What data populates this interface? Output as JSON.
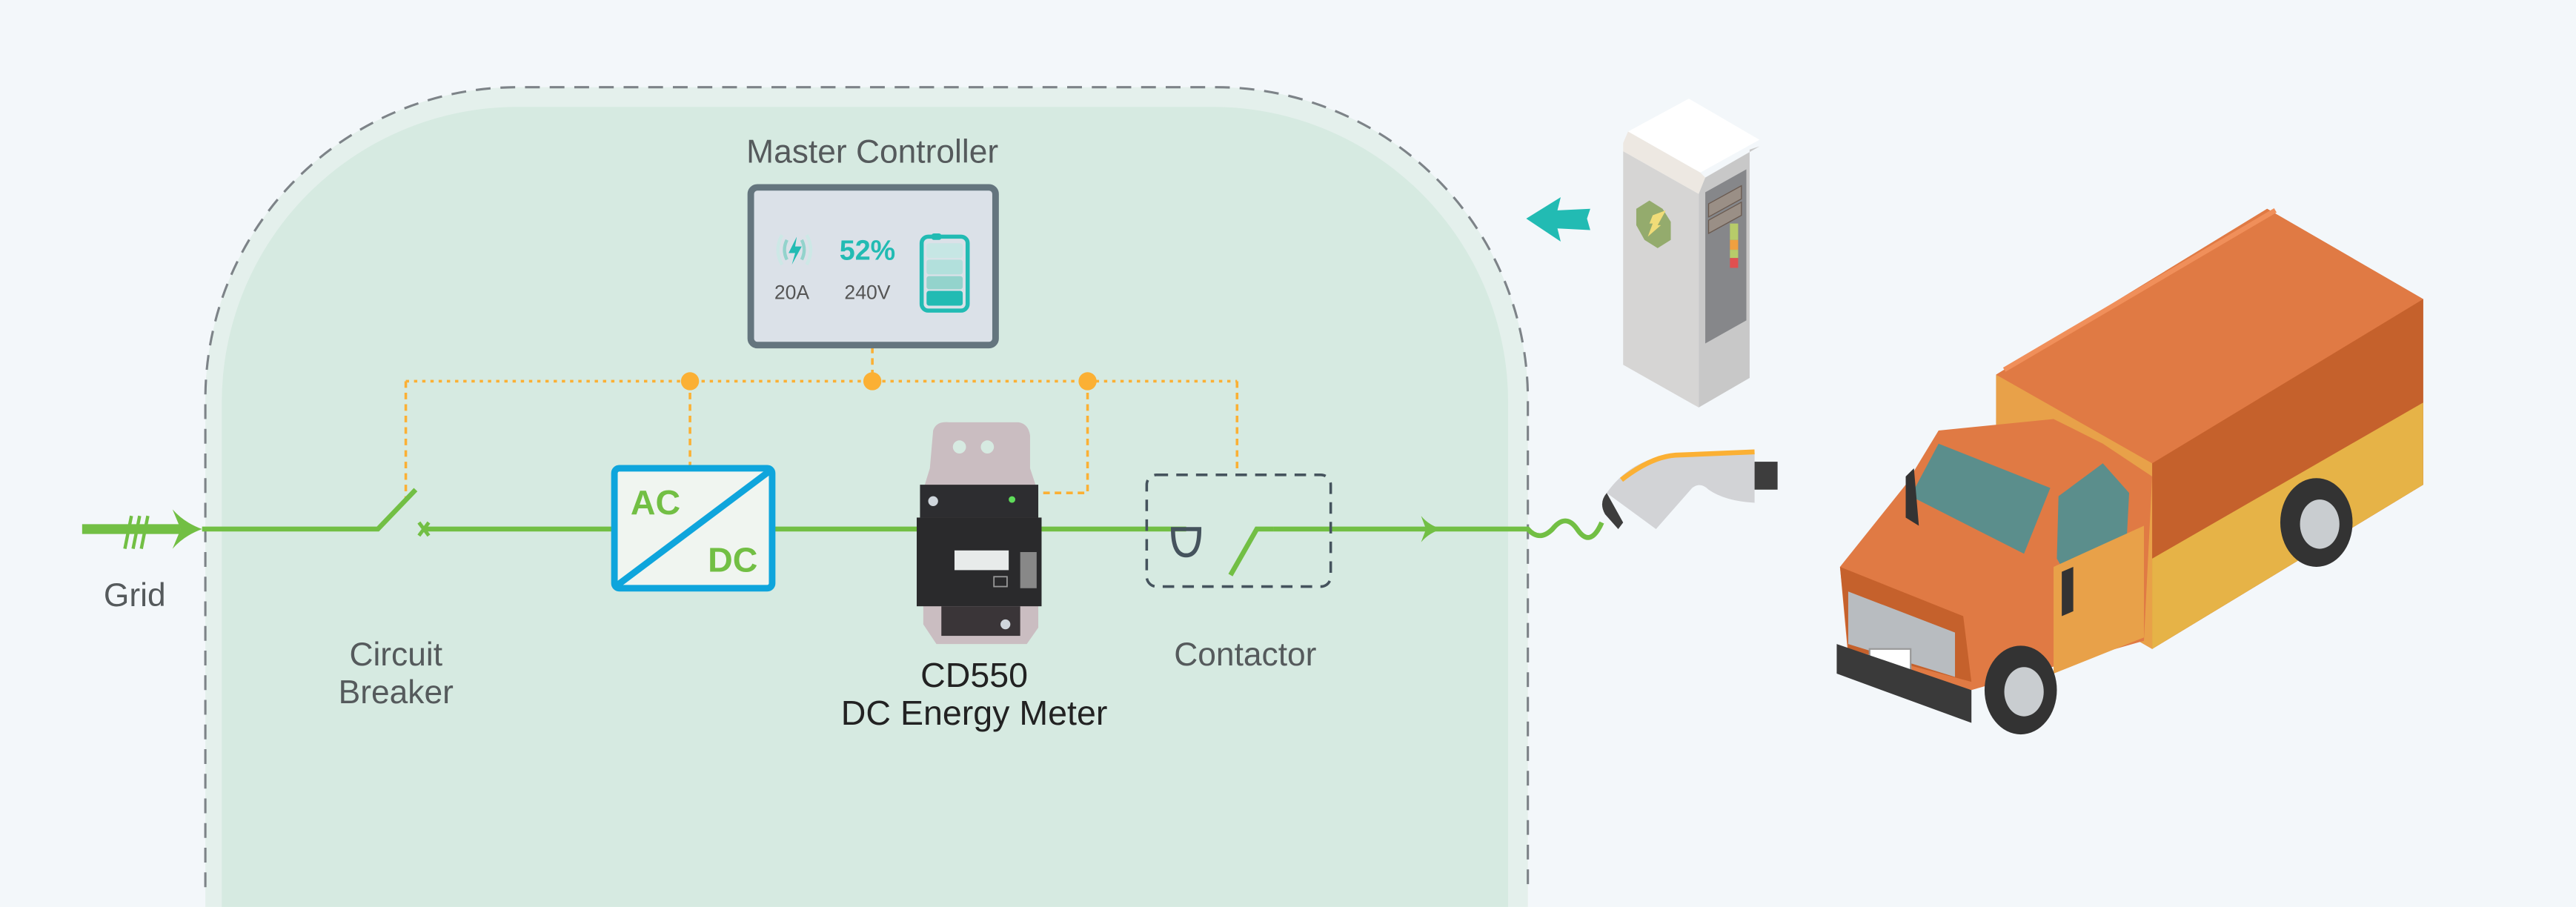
{
  "title": "Master Controller",
  "controller": {
    "percent": "52%",
    "current": "20A",
    "voltage": "240V",
    "charge_level": 0.52,
    "accent_color": "#22bbb3"
  },
  "labels": {
    "grid": "Grid",
    "breaker_line1": "Circuit",
    "breaker_line2": "Breaker",
    "meter_line1": "CD550",
    "meter_line2": "DC Energy Meter",
    "contactor": "Contactor"
  },
  "converter": {
    "ac": "AC",
    "dc": "DC",
    "color": "#0ea5dc"
  },
  "colors": {
    "power_line": "#72bf44",
    "control_line": "#fbb034",
    "region_fill": "#d6eae1",
    "background": "#f3f7fa"
  },
  "icons": [
    "grid-arrow-icon",
    "circuit-breaker-icon",
    "ac-dc-converter-icon",
    "energy-meter-icon",
    "contactor-icon",
    "charging-plug-icon",
    "charging-station-icon",
    "truck-icon",
    "lightning-icon",
    "battery-icon",
    "teal-arrow-icon"
  ]
}
